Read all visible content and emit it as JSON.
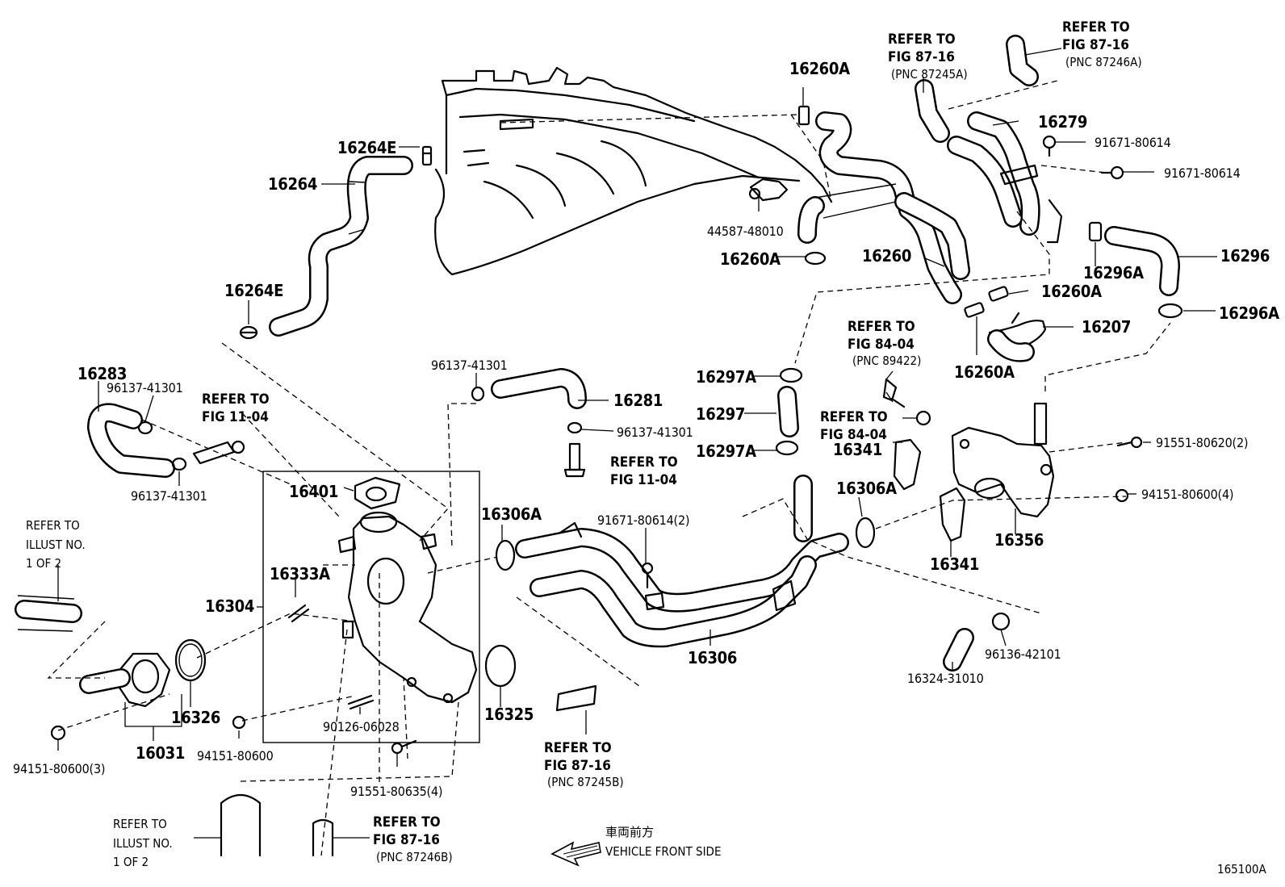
{
  "diagram_id": "165100A",
  "direction": {
    "jp": "車両前方",
    "en": "VEHICLE FRONT SIDE"
  },
  "parts": {
    "p16260A_top": "16260A",
    "p16264E_a": "16264E",
    "p16264": "16264",
    "p16264E_b": "16264E",
    "p44587": "44587-48010",
    "p16260A_mid": "16260A",
    "p16260": "16260",
    "p16279": "16279",
    "p91671_a": "91671-80614",
    "p91671_b": "91671-80614",
    "p16296": "16296",
    "p16296A_a": "16296A",
    "p16260A_r": "16260A",
    "p16207": "16207",
    "p16260A_b": "16260A",
    "p16296A_b": "16296A",
    "p16283": "16283",
    "p96137_a": "96137-41301",
    "p96137_b": "96137-41301",
    "p96137_c": "96137-41301",
    "p96137_d": "96137-41301",
    "p16281": "16281",
    "p16297A_a": "16297A",
    "p16297": "16297",
    "p16297A_b": "16297A",
    "p16341_a": "16341",
    "p16306A_b": "16306A",
    "p91551_a": "91551-80620(2)",
    "p94151_a": "94151-80600(4)",
    "p16356": "16356",
    "p16341_b": "16341",
    "p16401": "16401",
    "p16306A_a": "16306A",
    "p91671_c": "91671-80614(2)",
    "p16333A": "16333A",
    "p16304": "16304",
    "p16306": "16306",
    "p16324": "16324-31010",
    "p96136": "96136-42101",
    "p16326": "16326",
    "p16031": "16031",
    "p94151_b": "94151-80600",
    "p94151_c": "94151-80600(3)",
    "p90126": "90126-06028",
    "p16325": "16325",
    "p91551_b": "91551-80635(4)"
  },
  "references": {
    "r1": {
      "l1": "REFER TO",
      "l2": "FIG 87-16",
      "l3": "(PNC 87245A)"
    },
    "r2": {
      "l1": "REFER TO",
      "l2": "FIG 87-16",
      "l3": "(PNC 87246A)"
    },
    "r3": {
      "l1": "REFER TO",
      "l2": "FIG 84-04",
      "l3": "(PNC 89422)"
    },
    "r4": {
      "l1": "REFER TO",
      "l2": "FIG 84-04"
    },
    "r5": {
      "l1": "REFER TO",
      "l2": "FIG 11-04"
    },
    "r6": {
      "l1": "REFER TO",
      "l2": "FIG 11-04"
    },
    "r7": {
      "l1": "REFER TO",
      "l2": "ILLUST NO.",
      "l3": "1 OF 2"
    },
    "r8": {
      "l1": "REFER TO",
      "l2": "ILLUST NO.",
      "l3": "1 OF 2"
    },
    "r9": {
      "l1": "REFER TO",
      "l2": "FIG 87-16",
      "l3": "(PNC 87245B)"
    },
    "r10": {
      "l1": "REFER TO",
      "l2": "FIG 87-16",
      "l3": "(PNC 87246B)"
    }
  }
}
